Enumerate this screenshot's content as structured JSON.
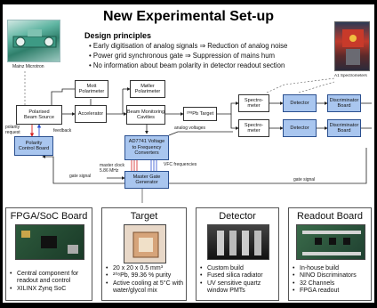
{
  "title": "New Experimental Set-up",
  "principles": {
    "heading": "Design principles",
    "items": [
      "• Early digitisation of analog signals ⇒ Reduction of analog noise",
      "• Power grid synchronous gate ⇒ Suppression of mains hum",
      "• No information about beam polarity in detector readout section"
    ]
  },
  "photos": {
    "mainz_label": "Mainz Microtron",
    "a1_label": "A1 Spectrometers"
  },
  "diagram": {
    "most_polarimeter": "Mott\nPolarimeter",
    "moller_polarimeter": "Møller\nPolarimeter",
    "beam_source": "Polarised\nBeam Source",
    "accelerator": "Accelerator",
    "beam_monitoring": "Beam Monitoring\nCavities",
    "target": "²⁰⁸Pb Target",
    "spectrometer_1": "Spectro-\nmeter",
    "spectrometer_2": "Spectro-\nmeter",
    "detector_1": "Detector",
    "detector_2": "Detector",
    "disc_board_1": "Discriminator\nBoard",
    "disc_board_2": "Discriminator\nBoard",
    "polarity_board": "Polarity\nControl Board",
    "vfc": "AD7741 Voltage\nto Frequency\nConverters",
    "master_gate": "Master Gate\nGenerator",
    "labels": {
      "polarity_request": "polarity\nrequest",
      "feedback": "feedback",
      "analog_voltages": "analog voltages",
      "master_clock": "master clock\n5.86 MHz",
      "vfc_frequencies": "VFC frequencies",
      "gate_signal_left": "gate signal",
      "gate_signal_right": "gate signal"
    }
  },
  "cards": [
    {
      "title": "FPGA/SoC Board",
      "items": [
        "Central component for readout and control",
        "XILINX Zynq SoC"
      ]
    },
    {
      "title": "Target",
      "items": [
        "20 x 20 x 0.5 mm³",
        "²⁰⁸Pb, 99.36 % purity",
        "Active cooling at 5°C with water/glycol mix"
      ]
    },
    {
      "title": "Detector",
      "items": [
        "Custom build",
        "Fused silica radiator",
        "UV sensitive quartz window PMTs"
      ]
    },
    {
      "title": "Readout Board",
      "items": [
        "In-house build",
        "NINO Discriminators",
        "32 Channels",
        "FPGA readout"
      ]
    }
  ],
  "colors": {
    "box_blue": "#a9c6ef",
    "arrow_red": "#d62020",
    "arrow_blue": "#2a4fd0"
  }
}
